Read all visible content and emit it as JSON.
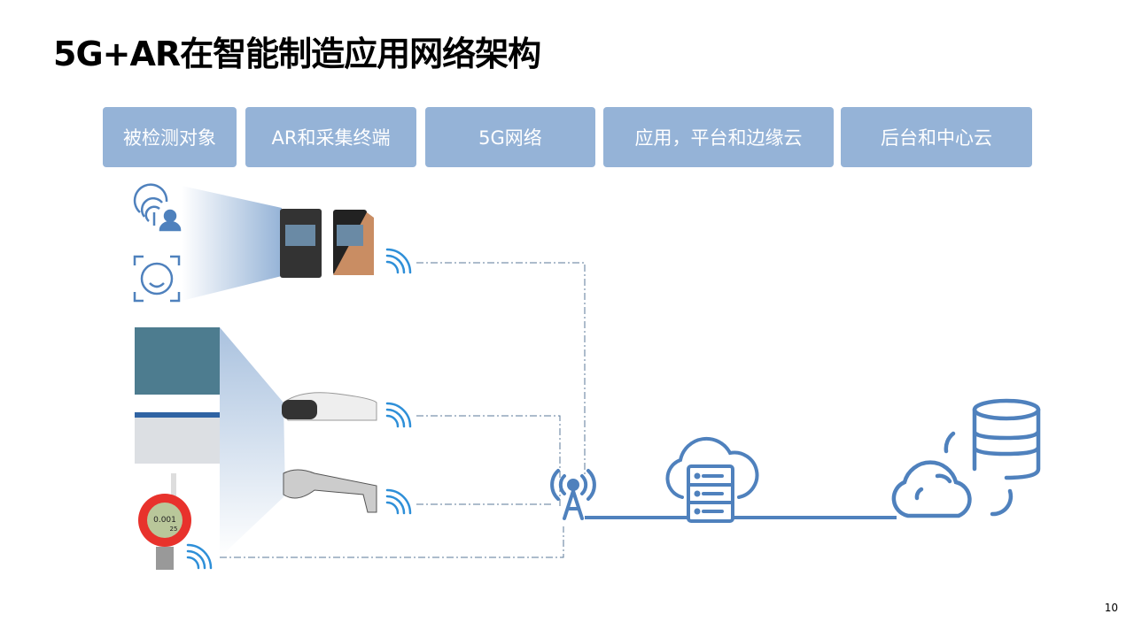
{
  "title": "5G+AR在智能制造应用网络架构",
  "headers": [
    "被检测对象",
    "AR和采集终端",
    "5G网络",
    "应用，平台和边缘云",
    "后台和中心云"
  ],
  "sensor_reading": "0.001",
  "sensor_sub": "25",
  "page_number": "10",
  "colors": {
    "header": "#95b3d7",
    "icon": "#4f81bd",
    "wifi": "#2e8fd8"
  }
}
